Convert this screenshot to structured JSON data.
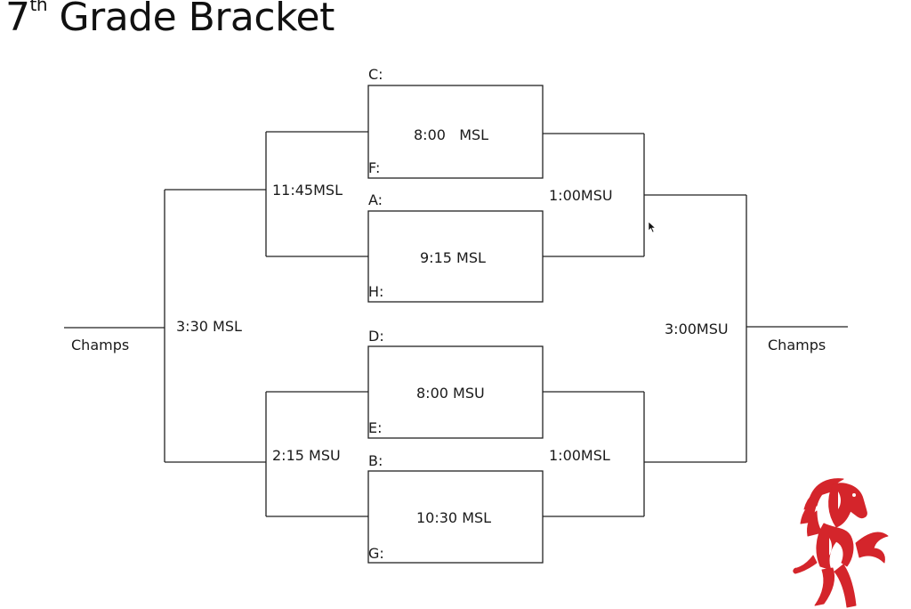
{
  "title": {
    "main": "7",
    "sup": "th",
    "rest": " Grade Bracket"
  },
  "left_final": {
    "time": "3:30 MSL",
    "champs_label": "Champs"
  },
  "right_final": {
    "time": "3:00MSU",
    "champs_label": "Champs"
  },
  "semis": {
    "top_left": "11:45MSL",
    "bottom_left": "2:15 MSU",
    "top_right": "1:00MSU",
    "bottom_right": "1:00MSL"
  },
  "games": [
    {
      "time": "8:00   MSL",
      "top_team": "C:",
      "bottom_team": "F:"
    },
    {
      "time": "9:15 MSL",
      "top_team": "A:",
      "bottom_team": "H:"
    },
    {
      "time": "8:00 MSU",
      "top_team": "D:",
      "bottom_team": "E:"
    },
    {
      "time": "10:30 MSL",
      "top_team": "B:",
      "bottom_team": "G:"
    }
  ],
  "colors": {
    "line": "#222222",
    "mascot": "#d4252b"
  },
  "icons": {
    "mascot": "mustang-mascot-icon",
    "cursor": "mouse-pointer-icon"
  }
}
